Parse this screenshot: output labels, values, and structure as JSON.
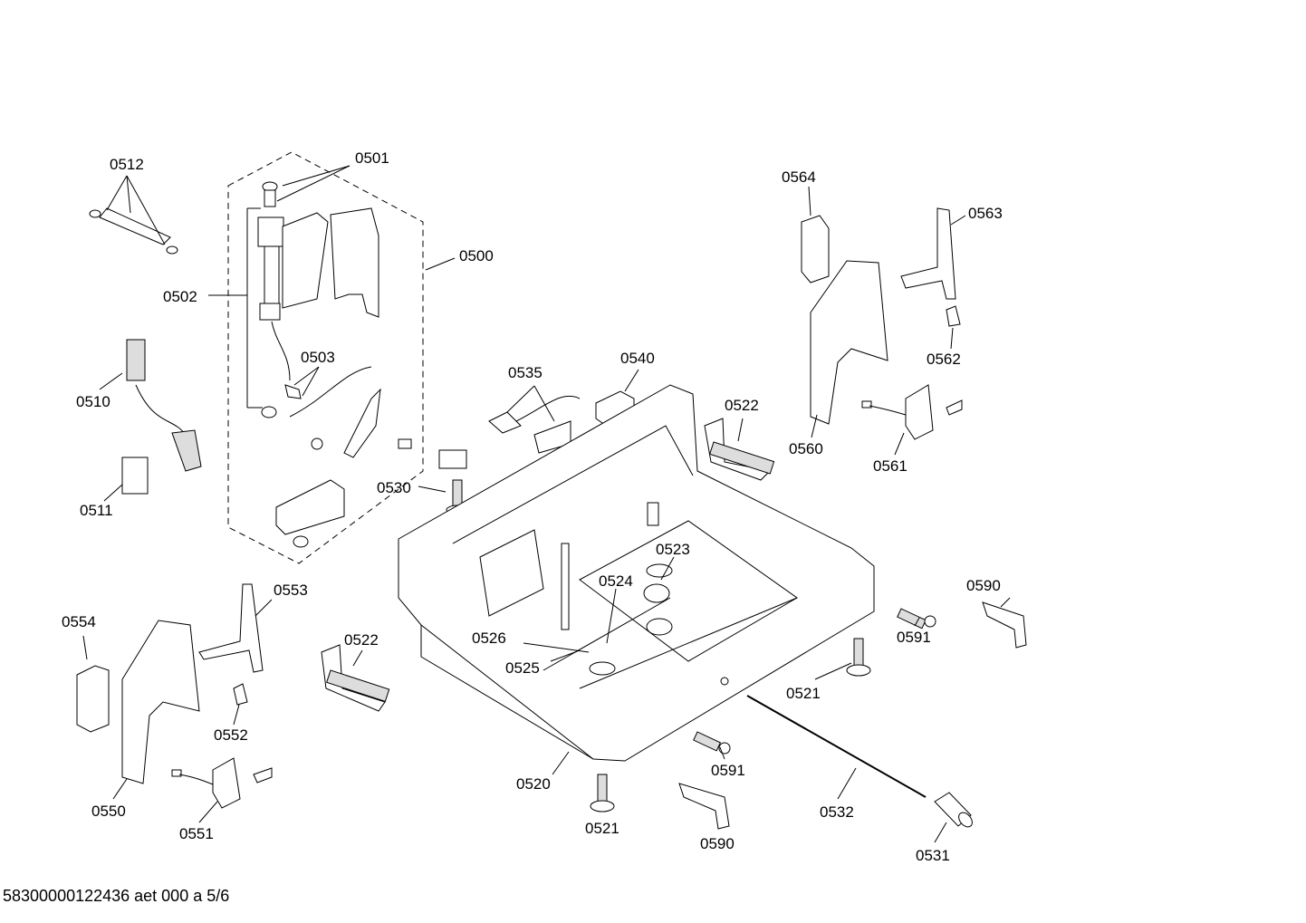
{
  "labels": [
    {
      "id": "0501",
      "text": "0501"
    },
    {
      "id": "0512",
      "text": "0512"
    },
    {
      "id": "0500",
      "text": "0500"
    },
    {
      "id": "0502",
      "text": "0502"
    },
    {
      "id": "0503",
      "text": "0503"
    },
    {
      "id": "0510",
      "text": "0510"
    },
    {
      "id": "0511",
      "text": "0511"
    },
    {
      "id": "0535",
      "text": "0535"
    },
    {
      "id": "0540",
      "text": "0540"
    },
    {
      "id": "0530",
      "text": "0530"
    },
    {
      "id": "0522a",
      "text": "0522"
    },
    {
      "id": "0564",
      "text": "0564"
    },
    {
      "id": "0563",
      "text": "0563"
    },
    {
      "id": "0562",
      "text": "0562"
    },
    {
      "id": "0560",
      "text": "0560"
    },
    {
      "id": "0561",
      "text": "0561"
    },
    {
      "id": "0523",
      "text": "0523"
    },
    {
      "id": "0524",
      "text": "0524"
    },
    {
      "id": "0526",
      "text": "0526"
    },
    {
      "id": "0525",
      "text": "0525"
    },
    {
      "id": "0554",
      "text": "0554"
    },
    {
      "id": "0553",
      "text": "0553"
    },
    {
      "id": "0522b",
      "text": "0522"
    },
    {
      "id": "0552",
      "text": "0552"
    },
    {
      "id": "0550",
      "text": "0550"
    },
    {
      "id": "0551",
      "text": "0551"
    },
    {
      "id": "0520",
      "text": "0520"
    },
    {
      "id": "0521a",
      "text": "0521"
    },
    {
      "id": "0521b",
      "text": "0521"
    },
    {
      "id": "0590a",
      "text": "0590"
    },
    {
      "id": "0591a",
      "text": "0591"
    },
    {
      "id": "0591b",
      "text": "0591"
    },
    {
      "id": "0590b",
      "text": "0590"
    },
    {
      "id": "0532",
      "text": "0532"
    },
    {
      "id": "0531",
      "text": "0531"
    }
  ],
  "footer": "58300000122436 aet 000 a 5/6"
}
